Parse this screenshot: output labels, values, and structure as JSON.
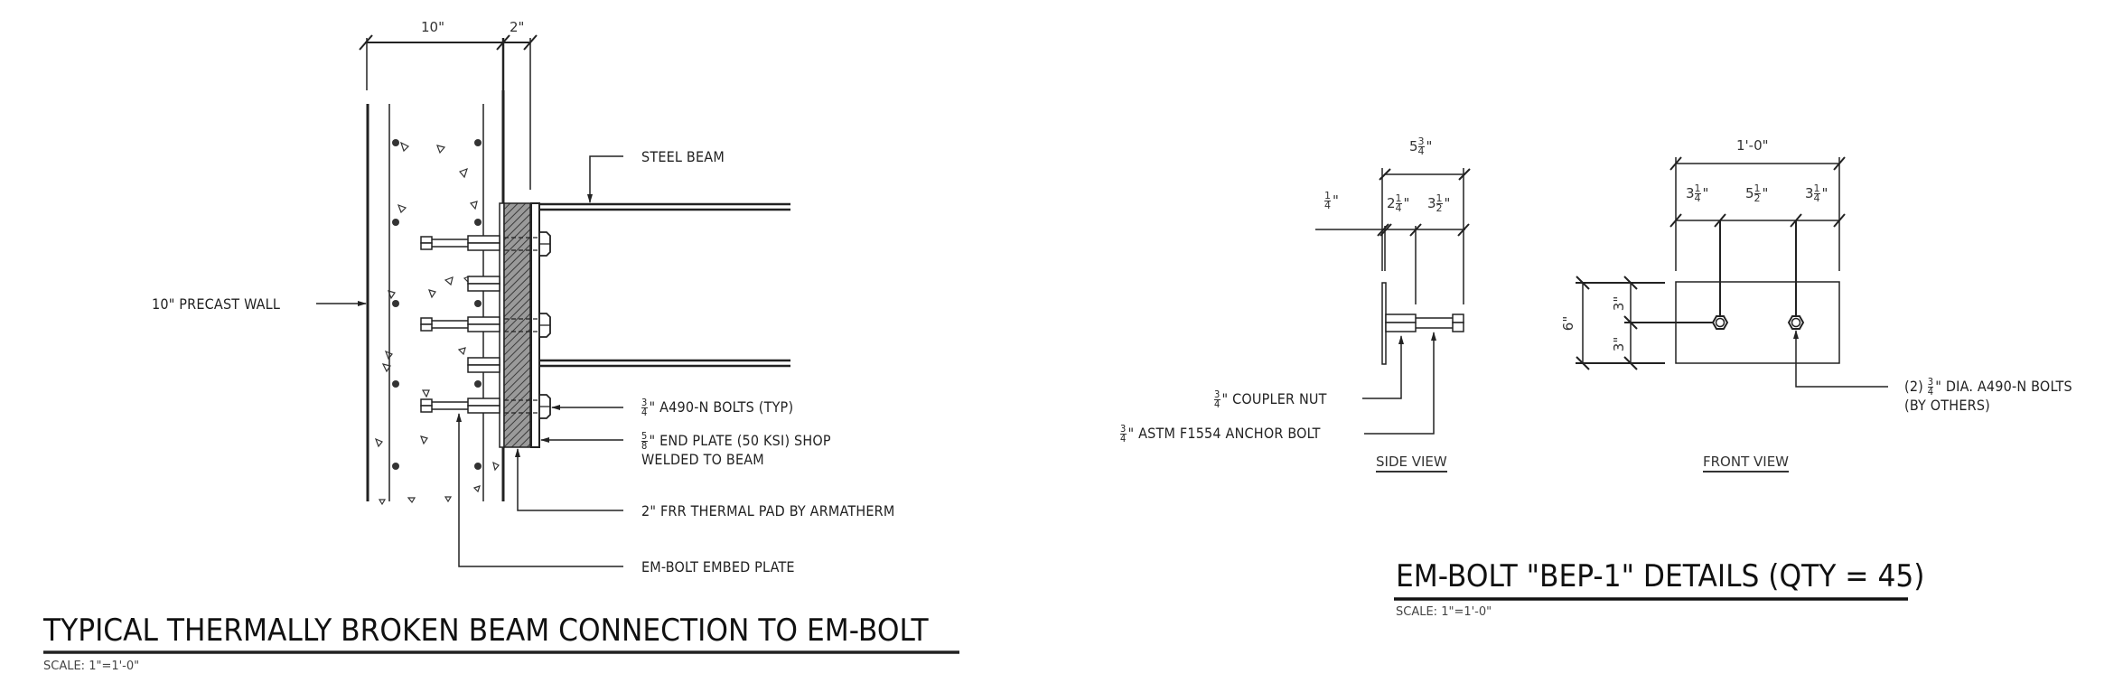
{
  "left_detail": {
    "title": "TYPICAL THERMALLY BROKEN BEAM CONNECTION TO EM-BOLT",
    "scale": "SCALE: 1\"=1'-0\"",
    "dimensions": {
      "wall_thickness": "10\"",
      "pad_thickness": "2\""
    },
    "labels": {
      "precast_wall": "10\" PRECAST WALL",
      "steel_beam": "STEEL BEAM",
      "bolts_frac_num": "3",
      "bolts_frac_den": "4",
      "bolts": "\" A490-N BOLTS (TYP)",
      "end_plate_frac_num": "5",
      "end_plate_frac_den": "8",
      "end_plate_line1": "\" END PLATE (50 KSI) SHOP",
      "end_plate_line2": "WELDED TO BEAM",
      "thermal_pad": "2\" FRR THERMAL PAD BY ARMATHERM",
      "embed_plate": "EM-BOLT EMBED PLATE"
    }
  },
  "right_detail": {
    "title": "EM-BOLT \"BEP-1\" DETAILS (QTY = 45)",
    "scale": "SCALE: 1\"=1'-0\"",
    "side_view": {
      "caption": "SIDE VIEW",
      "dims": {
        "overall_whole": "5",
        "overall_num": "3",
        "overall_den": "4",
        "plate_num": "1",
        "plate_den": "4",
        "nut_whole": "2",
        "nut_num": "1",
        "nut_den": "4",
        "bolt_whole": "3",
        "bolt_num": "1",
        "bolt_den": "2"
      },
      "labels": {
        "coupler_frac_num": "3",
        "coupler_frac_den": "4",
        "coupler_nut": "\" COUPLER NUT",
        "anchor_frac_num": "3",
        "anchor_frac_den": "4",
        "anchor_bolt": "\" ASTM F1554 ANCHOR BOLT"
      }
    },
    "front_view": {
      "caption": "FRONT VIEW",
      "dims": {
        "overall": "1'-0\"",
        "edge_left_whole": "3",
        "edge_left_num": "1",
        "edge_left_den": "4",
        "center_whole": "5",
        "center_num": "1",
        "center_den": "2",
        "edge_right_whole": "3",
        "edge_right_num": "1",
        "edge_right_den": "4",
        "height": "6\"",
        "half_top": "3\"",
        "half_bottom": "3\""
      },
      "labels": {
        "bolts_prefix": "(2) ",
        "bolts_frac_num": "3",
        "bolts_frac_den": "4",
        "bolts_line1": "\" DIA. A490-N BOLTS",
        "bolts_line2": "(BY OTHERS)"
      }
    }
  }
}
